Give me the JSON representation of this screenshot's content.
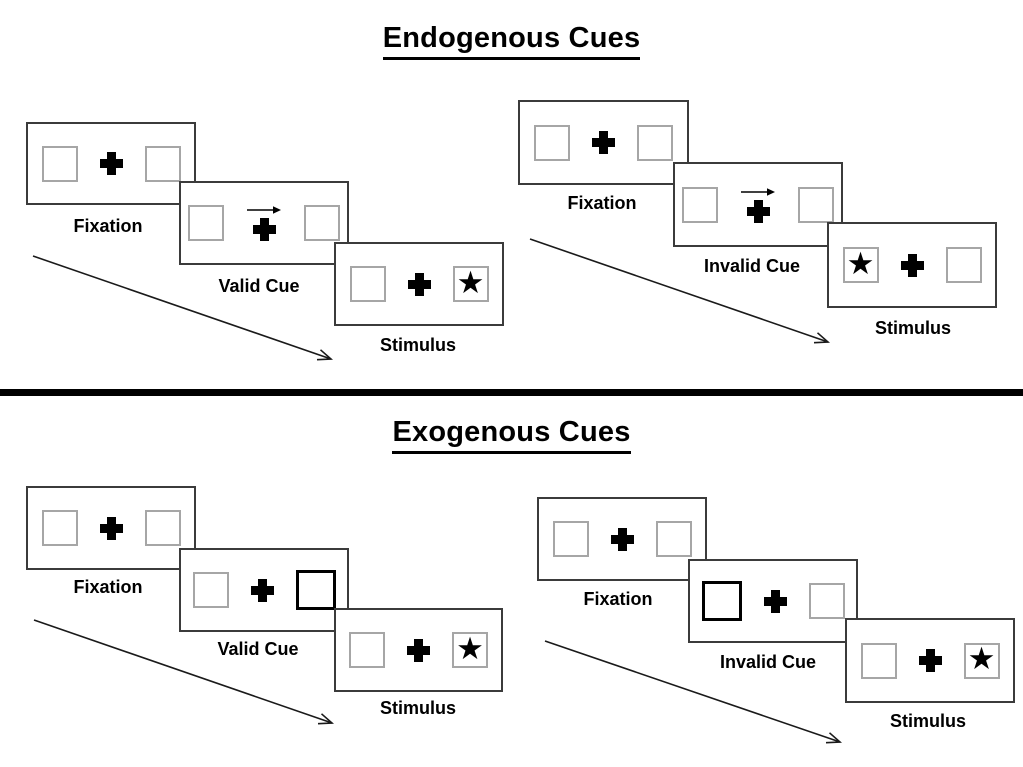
{
  "icons": {
    "star": "★"
  },
  "colors": {
    "ink": "#000000",
    "panel_border": "#3b3b3b",
    "square_border": "#a6a6a6",
    "highlight_border": "#000000"
  },
  "sections": [
    {
      "title": "Endogenous Cues",
      "groups": [
        {
          "name": "valid-trial",
          "frames": [
            {
              "label": "Fixation"
            },
            {
              "label": "Valid Cue",
              "cue": "central-arrow-right"
            },
            {
              "label": "Stimulus",
              "star_side": "right"
            }
          ]
        },
        {
          "name": "invalid-trial",
          "frames": [
            {
              "label": "Fixation"
            },
            {
              "label": "Invalid Cue",
              "cue": "central-arrow-right"
            },
            {
              "label": "Stimulus",
              "star_side": "left"
            }
          ]
        }
      ]
    },
    {
      "title": "Exogenous Cues",
      "groups": [
        {
          "name": "valid-trial",
          "frames": [
            {
              "label": "Fixation"
            },
            {
              "label": "Valid Cue",
              "cue": "peripheral-box-right"
            },
            {
              "label": "Stimulus",
              "star_side": "right"
            }
          ]
        },
        {
          "name": "invalid-trial",
          "frames": [
            {
              "label": "Fixation"
            },
            {
              "label": "Invalid Cue",
              "cue": "peripheral-box-left"
            },
            {
              "label": "Stimulus",
              "star_side": "right"
            }
          ]
        }
      ]
    }
  ]
}
